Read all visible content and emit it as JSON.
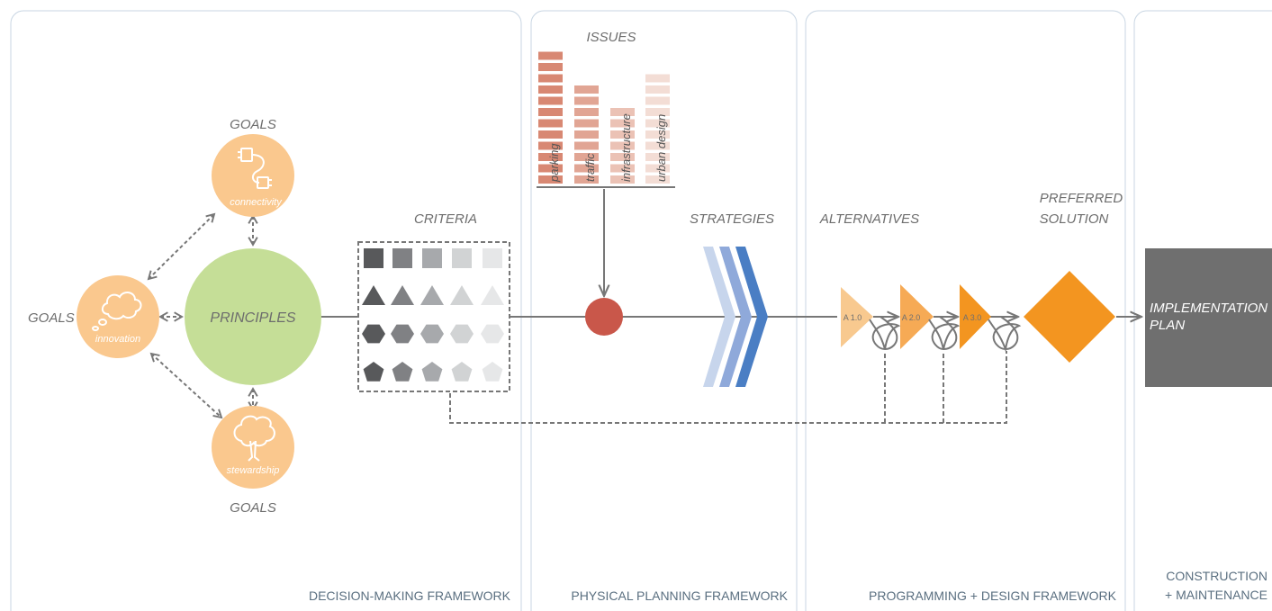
{
  "panels": {
    "decision": "DECISION-MAKING FRAMEWORK",
    "physical": "PHYSICAL PLANNING FRAMEWORK",
    "programming": "PROGRAMMING + DESIGN FRAMEWORK",
    "construction_line1": "CONSTRUCTION",
    "construction_line2": "+ MAINTENANCE"
  },
  "goals": {
    "label": "GOALS",
    "connectivity": "connectivity",
    "innovation": "innovation",
    "stewardship": "stewardship"
  },
  "principles": "PRINCIPLES",
  "criteria": "CRITERIA",
  "issues": {
    "title": "ISSUES",
    "columns": [
      {
        "label": "parking",
        "level": 12
      },
      {
        "label": "traffic",
        "level": 9
      },
      {
        "label": "infrastructure",
        "level": 7
      },
      {
        "label": "urban design",
        "level": 10
      }
    ]
  },
  "strategies": "STRATEGIES",
  "alternatives": {
    "title": "ALTERNATIVES",
    "items": [
      "A 1.0",
      "A 2.0",
      "A 3.0"
    ]
  },
  "preferred": {
    "line1": "PREFERRED",
    "line2": "SOLUTION"
  },
  "implementation": {
    "line1": "IMPLEMENTATION",
    "line2": "PLAN"
  },
  "colors": {
    "goal": "#fac88e",
    "principles": "#c5de97",
    "issue_dot": "#c9574a",
    "orange": "#f39520",
    "implementation": "#6f6f6f",
    "panel_border": "#c9d6e3"
  }
}
